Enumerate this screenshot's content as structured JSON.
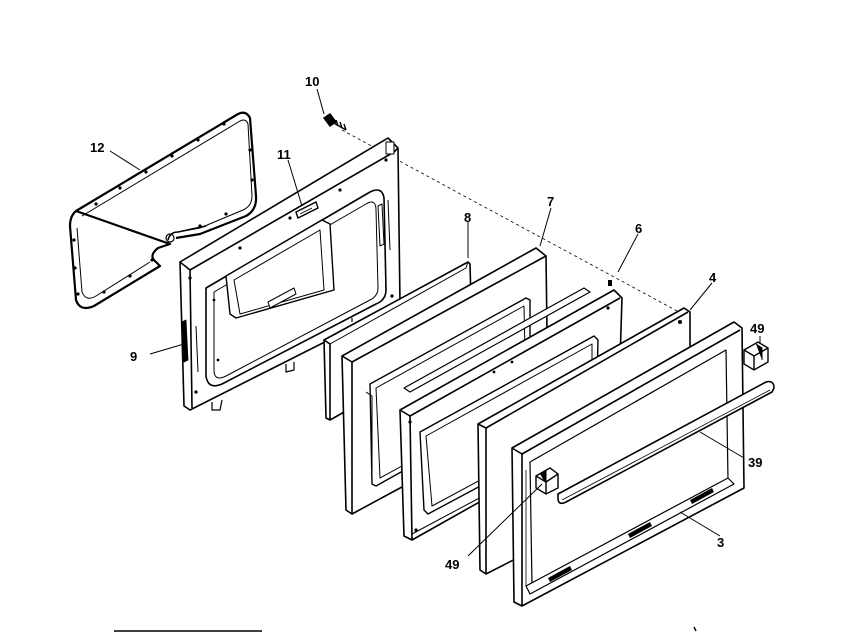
{
  "diagram": {
    "callouts": [
      {
        "key": "p10",
        "text": "10"
      },
      {
        "key": "p12",
        "text": "12"
      },
      {
        "key": "p11",
        "text": "11"
      },
      {
        "key": "p8",
        "text": "8"
      },
      {
        "key": "p7",
        "text": "7"
      },
      {
        "key": "p6",
        "text": "6"
      },
      {
        "key": "p4",
        "text": "4"
      },
      {
        "key": "p49a",
        "text": "49"
      },
      {
        "key": "p9",
        "text": "9"
      },
      {
        "key": "p39",
        "text": "39"
      },
      {
        "key": "p3",
        "text": "3"
      },
      {
        "key": "p49b",
        "text": "49"
      }
    ]
  }
}
